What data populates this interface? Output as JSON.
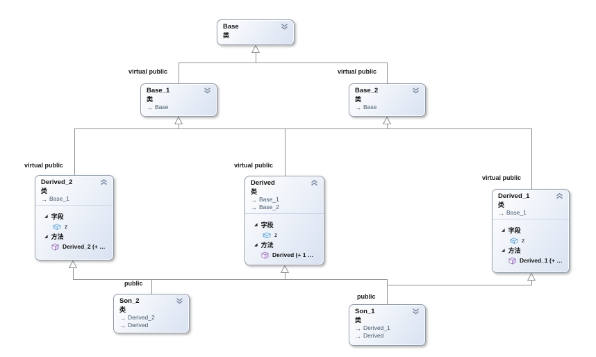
{
  "diagram": {
    "edge_labels": {
      "virtual_public": "virtual public",
      "public": "public"
    },
    "colors": {
      "connector": "#8f8f8f",
      "box_border": "#8f99a8",
      "box_fill_end": "#d9e2f1",
      "field_icon": "#6aa6d6",
      "method_icon": "#9b79bd",
      "chevron_icon": "#7d8ca3",
      "base_link_text": "#46586a"
    },
    "classes": {
      "base": {
        "name": "Base",
        "kind": "类"
      },
      "base_1": {
        "name": "Base_1",
        "kind": "类",
        "bases": [
          "Base"
        ]
      },
      "base_2": {
        "name": "Base_2",
        "kind": "类",
        "bases": [
          "Base"
        ]
      },
      "derived_2": {
        "name": "Derived_2",
        "kind": "类",
        "bases": [
          "Base_1"
        ],
        "fields_label": "字段",
        "fields": [
          "z"
        ],
        "methods_label": "方法",
        "methods": [
          "Derived_2 (+ …"
        ]
      },
      "derived": {
        "name": "Derived",
        "kind": "类",
        "bases": [
          "Base_1",
          "Base_2"
        ],
        "fields_label": "字段",
        "fields": [
          "z"
        ],
        "methods_label": "方法",
        "methods": [
          "Derived (+ 1 …"
        ]
      },
      "derived_1": {
        "name": "Derived_1",
        "kind": "类",
        "bases": [
          "Base_1"
        ],
        "fields_label": "字段",
        "fields": [
          "z"
        ],
        "methods_label": "方法",
        "methods": [
          "Derived_1 (+ …"
        ]
      },
      "son_2": {
        "name": "Son_2",
        "kind": "类",
        "bases": [
          "Derived_2",
          "Derived"
        ]
      },
      "son_1": {
        "name": "Son_1",
        "kind": "类",
        "bases": [
          "Derived_1",
          "Derived"
        ]
      }
    }
  }
}
